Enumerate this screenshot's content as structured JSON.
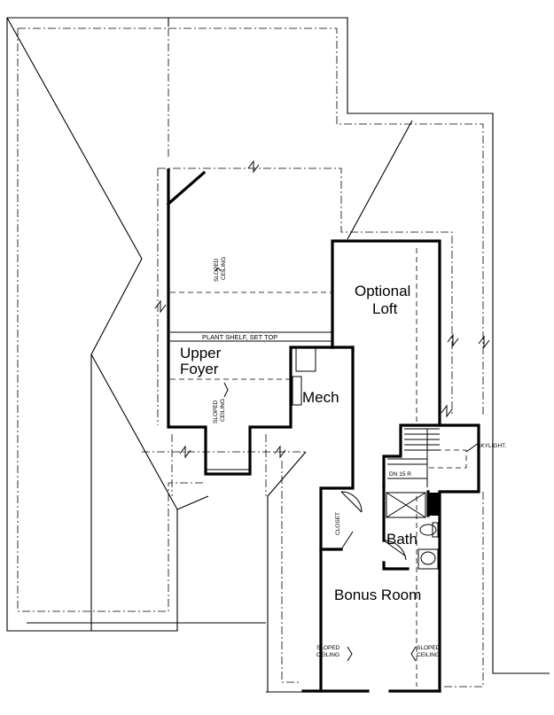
{
  "rooms": {
    "optional_loft_line1": "Optional",
    "optional_loft_line2": "Loft",
    "upper_foyer_line1": "Upper",
    "upper_foyer_line2": "Foyer",
    "mech": "Mech",
    "bath": "Bath",
    "bonus_room": "Bonus Room",
    "closet": "CLOSET"
  },
  "notes": {
    "plant_shelf": "PLANT SHELF, SET TOP",
    "sloped": "SLOPED",
    "ceiling": "CEILING",
    "skylight": "SKYLIGHT.",
    "stair": "DN 15 R"
  }
}
